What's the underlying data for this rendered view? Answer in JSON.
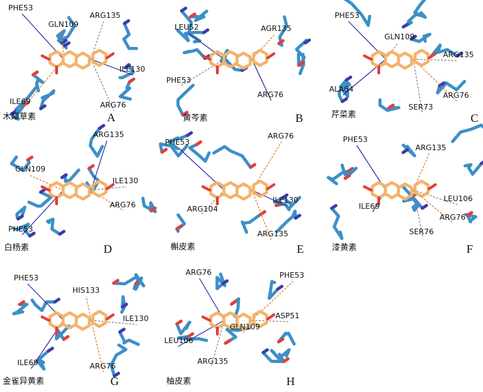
{
  "figure": {
    "panels": [
      {
        "letter": "A",
        "name": "木犀草素",
        "residues": [
          "PHE53",
          "GLN109",
          "ARG135",
          "ILE130",
          "ILE69",
          "ARG76"
        ]
      },
      {
        "letter": "B",
        "name": "黄芩素",
        "residues": [
          "LEU52",
          "AGR135",
          "PHE53",
          "ARG76"
        ]
      },
      {
        "letter": "C",
        "name": "芹菜素",
        "residues": [
          "PHE53",
          "GLN109",
          "ARG135",
          "ALA64",
          "ARG76",
          "SER73"
        ]
      },
      {
        "letter": "D",
        "name": "白杨素",
        "residues": [
          "ARG135",
          "GLN109",
          "ILE130",
          "PHE53",
          "ARG76"
        ]
      },
      {
        "letter": "E",
        "name": "槲皮素",
        "residues": [
          "PHE53",
          "ARG76",
          "ARG104",
          "ILE130",
          "ARG135"
        ]
      },
      {
        "letter": "F",
        "name": "漆黄素",
        "residues": [
          "PHE53",
          "ARG135",
          "LEU106",
          "ILE69",
          "ARG76",
          "SER76"
        ]
      },
      {
        "letter": "G",
        "name": "金雀异黄素",
        "residues": [
          "PHE53",
          "HIS133",
          "ILE130",
          "ILE69",
          "ARG76"
        ]
      },
      {
        "letter": "H",
        "name": "柚皮素",
        "residues": [
          "ARG76",
          "PHE53",
          "ASP51",
          "LEU106",
          "GLN109",
          "ARG135"
        ]
      }
    ]
  },
  "colors": {
    "protein_stick": "#3d8fc7",
    "ligand_stick": "#f3b36a",
    "oxygen": "#e0403a",
    "nitrogen": "#3c3ca8",
    "sulfur": "#c8d23a",
    "hbond": "#2e2ea0",
    "pi_interaction": "#e07a20",
    "hydrophobic": "#888888"
  }
}
